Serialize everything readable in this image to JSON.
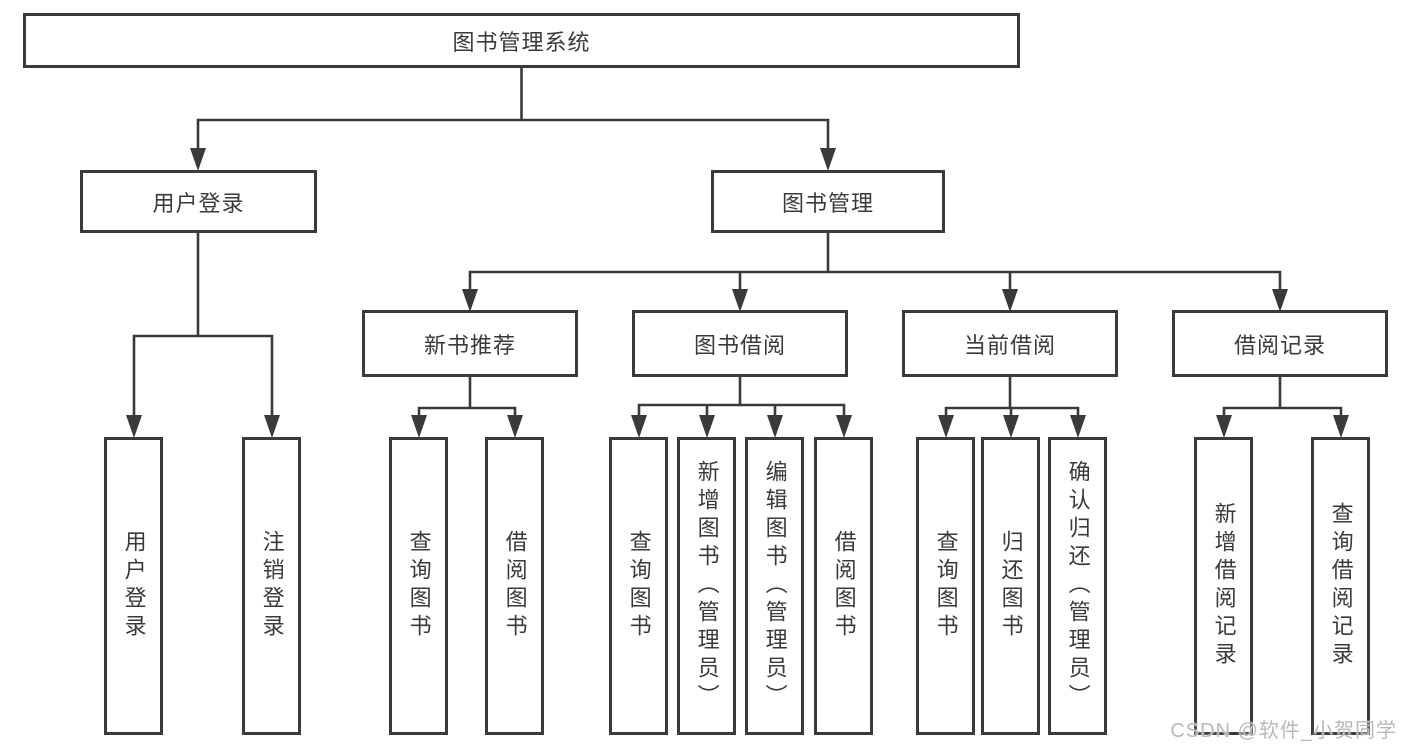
{
  "colors": {
    "line": "#3a3a3a",
    "text": "#3a3a3a",
    "watermark": "#b9b9b9",
    "background": "#ffffff"
  },
  "tree": {
    "label": "图书管理系统",
    "children": [
      {
        "label": "用户登录",
        "children": [
          {
            "label": "用户登录"
          },
          {
            "label": "注销登录"
          }
        ]
      },
      {
        "label": "图书管理",
        "children": [
          {
            "label": "新书推荐",
            "children": [
              {
                "label": "查询图书"
              },
              {
                "label": "借阅图书"
              }
            ]
          },
          {
            "label": "图书借阅",
            "children": [
              {
                "label": "查询图书"
              },
              {
                "label": "新增图书（管理员）"
              },
              {
                "label": "编辑图书（管理员）"
              },
              {
                "label": "借阅图书"
              }
            ]
          },
          {
            "label": "当前借阅",
            "children": [
              {
                "label": "查询图书"
              },
              {
                "label": "归还图书"
              },
              {
                "label": "确认归还（管理员）"
              }
            ]
          },
          {
            "label": "借阅记录",
            "children": [
              {
                "label": "新增借阅记录"
              },
              {
                "label": "查询借阅记录"
              }
            ]
          }
        ]
      }
    ]
  },
  "watermark": {
    "text": "CSDN @软件_小贺同学"
  }
}
